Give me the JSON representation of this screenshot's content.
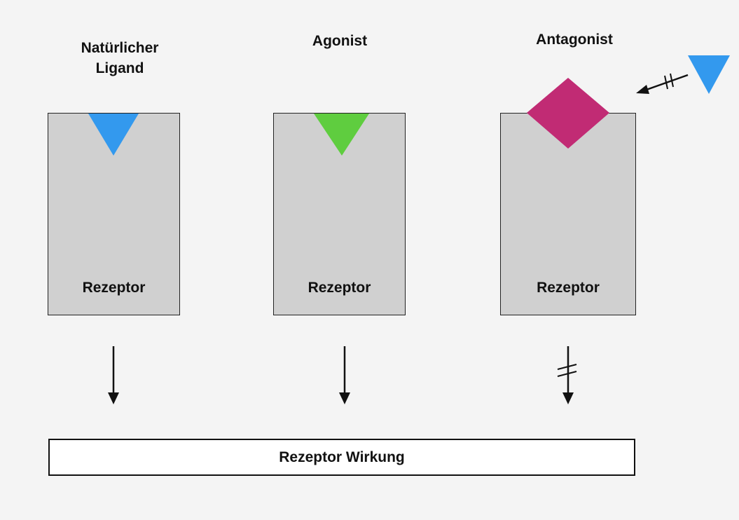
{
  "columns": [
    {
      "title": "Natürlicher\nLigand",
      "receptor_label": "Rezeptor",
      "ligand": "natural-ligand",
      "ligand_color": "#3399ee",
      "signal_blocked": false
    },
    {
      "title": "Agonist",
      "receptor_label": "Rezeptor",
      "ligand": "agonist",
      "ligand_color": "#5fcd3f",
      "signal_blocked": false
    },
    {
      "title": "Antagonist",
      "receptor_label": "Rezeptor",
      "ligand": "antagonist",
      "ligand_color": "#c12b74",
      "signal_blocked": true
    }
  ],
  "blocked_ligand": {
    "color": "#3399ee",
    "binding_blocked": true
  },
  "effect_box": {
    "label": "Rezeptor Wirkung"
  },
  "colors": {
    "background": "#f4f4f4",
    "receptor_fill": "#d0d0d0",
    "stroke": "#111111"
  }
}
